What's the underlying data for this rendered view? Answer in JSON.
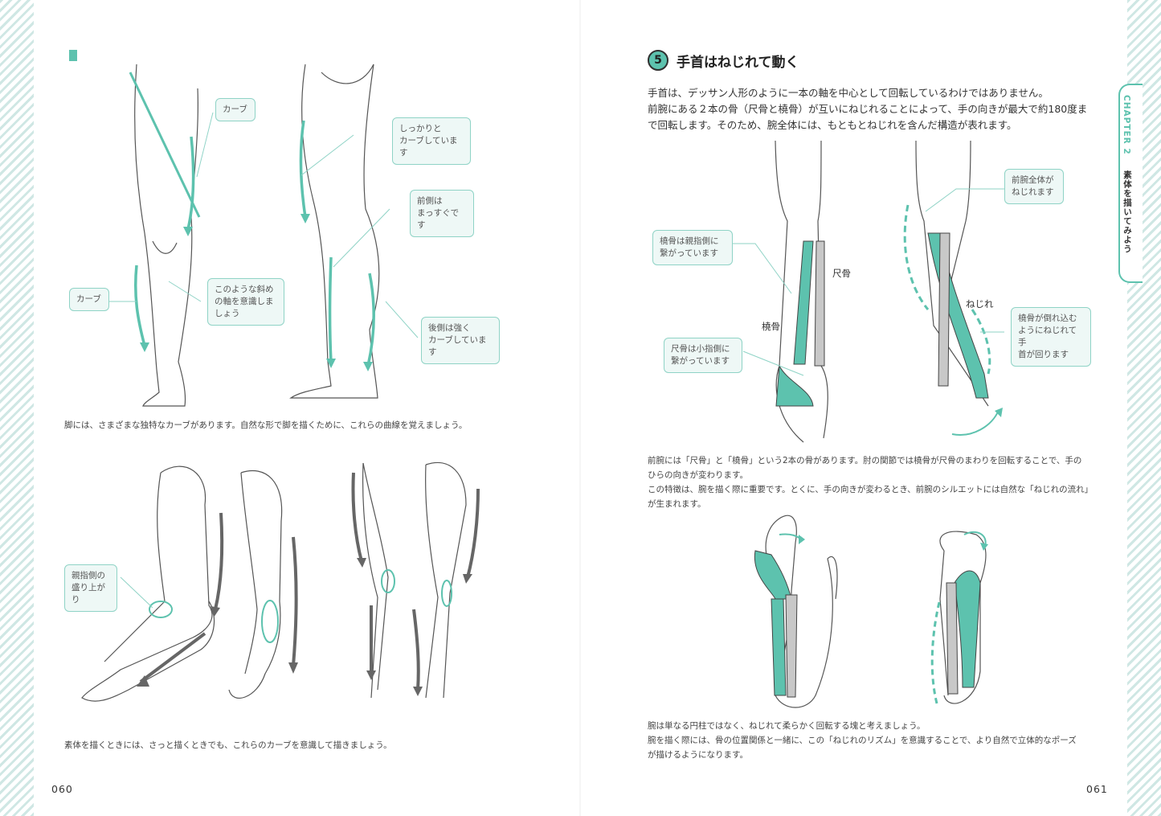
{
  "left_page": {
    "leg_callouts": {
      "curve_top": "カーブ",
      "strong_curve": "しっかりと\nカーブしています",
      "front_straight": "前側は\nまっすぐです",
      "curve_left": "カーブ",
      "diagonal_axis": "このような斜め\nの軸を意識しま\nしょう",
      "back_curve": "後側は強く\nカーブしています"
    },
    "leg_caption": "脚には、さまざまな独特なカーブがあります。自然な形で脚を描くために、これらの曲線を覚えましょう。",
    "arm_callout": "親指側の\n盛り上がり",
    "arm_caption": "素体を描くときには、さっと描くときでも、これらのカーブを意識して描きましょう。",
    "page_number": "060"
  },
  "right_page": {
    "section_number": "5",
    "section_title": "手首はねじれて動く",
    "lead_text": "手首は、デッサン人形のように一本の軸を中心として回転しているわけではありません。\n前腕にある２本の骨（尺骨と橈骨）が互いにねじれることによって、手の向きが最大で約180度ま\nで回転します。そのため、腕全体には、もともとねじれを含んだ構造が表れます。",
    "forearm_callouts": {
      "radius_thumb": "橈骨は親指側に\n繋がっています",
      "ulna_pinky": "尺骨は小指側に\n繋がっています",
      "whole_twist": "前腕全体が\nねじれます",
      "radius_roll": "橈骨が倒れ込む\nようにねじれて手\n首が回ります"
    },
    "bone_labels": {
      "ulna": "尺骨",
      "radius": "橈骨",
      "twist": "ねじれ"
    },
    "forearm_caption": "前腕には「尺骨」と「橈骨」という2本の骨があります。肘の関節では橈骨が尺骨のまわりを回転することで、手の\nひらの向きが変わります。\nこの特徴は、腕を描く際に重要です。とくに、手の向きが変わるとき、前腕のシルエットには自然な「ねじれの流れ」\nが生まれます。",
    "bottom_caption": "腕は単なる円柱ではなく、ねじれて柔らかく回転する塊と考えましょう。\n腕を描く際には、骨の位置関係と一緒に、この「ねじれのリズム」を意識することで、より自然で立体的なポーズ\nが描けるようになります。",
    "page_number": "061"
  },
  "chapter_tab": {
    "label_en": "CHAPTER 2",
    "label_jp": "素体を描いてみよう"
  },
  "colors": {
    "accent": "#5dc2ae",
    "callout_bg": "#eef8f6",
    "arrow_gray": "#666666",
    "bone_gray": "#c8c8c8"
  }
}
